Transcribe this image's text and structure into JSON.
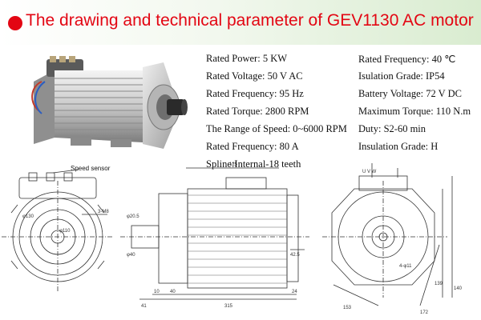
{
  "header": {
    "title": "The drawing and technical parameter of GEV1130 AC motor",
    "accent_color": "#e30613"
  },
  "params_left": [
    "Rated Power: 5 KW",
    "Rated Voltage: 50 V AC",
    "Rated Frequency: 95  Hz",
    "Rated Torque: 2800 RPM",
    "The Range of Speed: 0~6000 RPM",
    "Rated  Frequency: 80 A",
    "Spline:Internal-18 teeth"
  ],
  "params_right": [
    "Rated  Frequency: 40 ℃",
    "Isulation Grade: IP54",
    "Battery Voltage: 72 V DC",
    "Maximum Torque: 110 N.m",
    "Duty:    S2-60 min",
    "Insulation Grade: H"
  ],
  "drawings": {
    "speed_sensor_label": "Speed sensor",
    "front_dims": {
      "shaft": "φ110",
      "bolt": "3-M8",
      "flange": "φ130"
    },
    "side_dims": {
      "top": "125",
      "left_a": "φ20.5",
      "left_b": "φ40",
      "right": "42.5",
      "b1": "10",
      "b2": "40",
      "b3": "24",
      "b4": "41",
      "total": "315"
    },
    "rear_dims": {
      "top": "U V W",
      "left": "153",
      "right": "172",
      "holes": "4-φ11",
      "r1": "139",
      "r2": "140"
    }
  }
}
